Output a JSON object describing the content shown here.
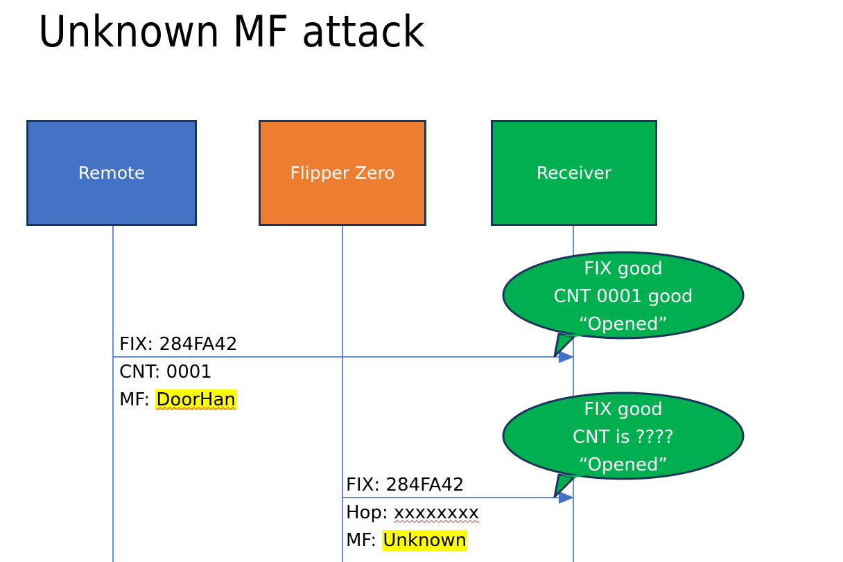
{
  "slide": {
    "title": "Unknown MF attack",
    "background": "#FFFFFF"
  },
  "colors": {
    "remote_fill": "#4472C4",
    "flipper_fill": "#ED7D31",
    "receiver_fill": "#00B050",
    "box_border": "#17365D",
    "lifeline": "#4472C4",
    "arrow": "#4472C4",
    "highlight": "#FFFF00",
    "spellcheck_underline": "#E03030",
    "actor_label": "#FFFFFF",
    "callout_text": "#FFFFFF"
  },
  "actors": [
    {
      "id": "remote",
      "label": "Remote",
      "fill": "#4472C4"
    },
    {
      "id": "flipper",
      "label": "Flipper Zero",
      "fill": "#ED7D31"
    },
    {
      "id": "receiver",
      "label": "Receiver",
      "fill": "#00B050"
    }
  ],
  "messages": [
    {
      "id": "msg1",
      "from": "remote",
      "to": "receiver",
      "lines": [
        {
          "prefix": "FIX: ",
          "value": "284FA42",
          "highlight": false,
          "spellcheck": false
        },
        {
          "prefix": "CNT: ",
          "value": "0001",
          "highlight": false,
          "spellcheck": false
        },
        {
          "prefix": "MF: ",
          "value": "DoorHan",
          "highlight": true,
          "spellcheck": true
        }
      ]
    },
    {
      "id": "msg2",
      "from": "flipper",
      "to": "receiver",
      "lines": [
        {
          "prefix": "FIX: ",
          "value": "284FA42",
          "highlight": false,
          "spellcheck": false
        },
        {
          "prefix": "Hop: ",
          "value": "xxxxxxxx",
          "highlight": false,
          "spellcheck": true
        },
        {
          "prefix": "MF: ",
          "value": "Unknown",
          "highlight": true,
          "spellcheck": false
        }
      ]
    }
  ],
  "callouts": [
    {
      "id": "callout-1",
      "owner": "receiver",
      "fill": "#00B050",
      "lines": [
        "FIX good",
        "CNT 0001 good",
        "“Opened”"
      ]
    },
    {
      "id": "callout-2",
      "owner": "receiver",
      "fill": "#00B050",
      "lines": [
        "FIX good",
        "CNT is ????",
        "“Opened”"
      ]
    }
  ]
}
